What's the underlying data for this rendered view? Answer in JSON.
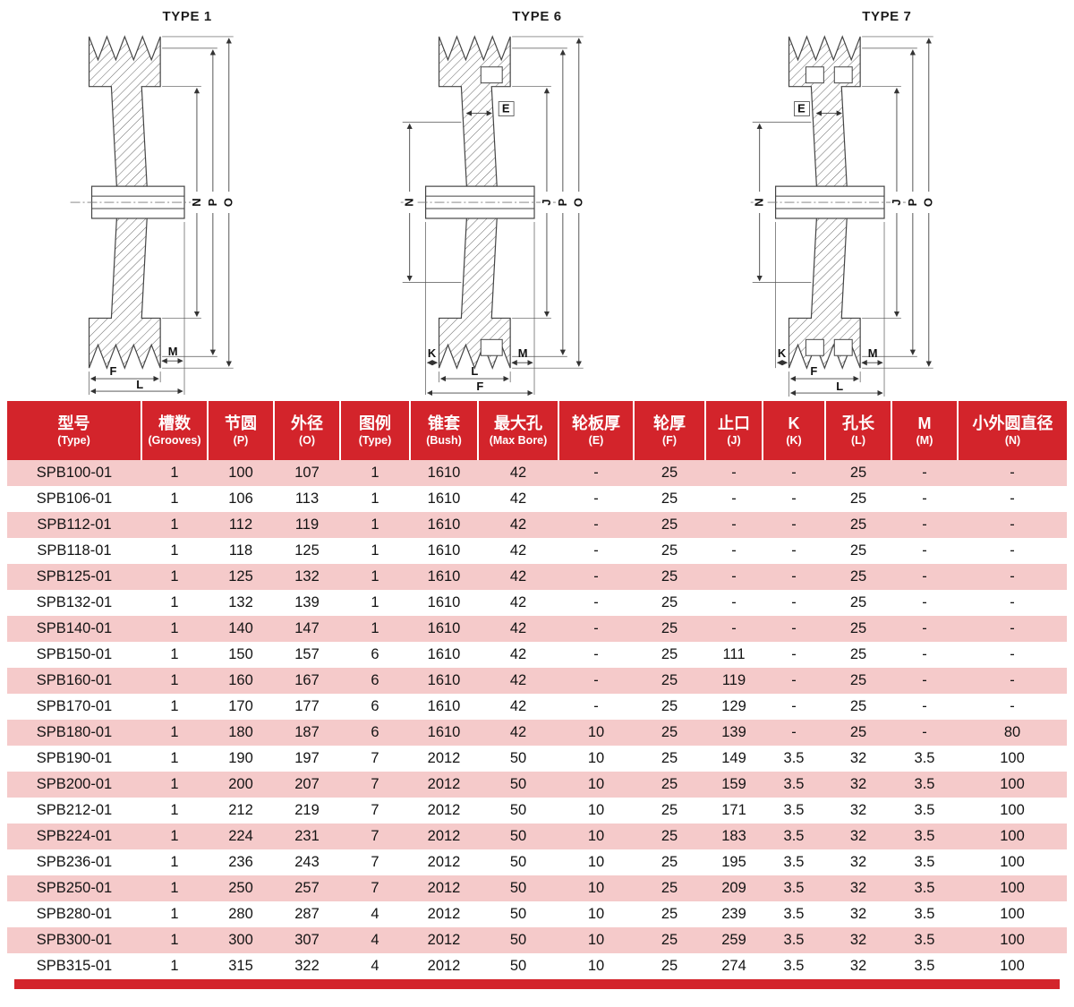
{
  "colors": {
    "header_red": "#d3242b",
    "row_pink": "#f5caca"
  },
  "dims": {
    "N": "N",
    "P": "P",
    "O": "O",
    "E": "E",
    "K": "K",
    "J": "J",
    "M": "M",
    "F": "F",
    "L": "L"
  },
  "diagrams": [
    {
      "title": "TYPE 1"
    },
    {
      "title": "TYPE 6"
    },
    {
      "title": "TYPE 7"
    }
  ],
  "table": {
    "columns": [
      {
        "zh": "型号",
        "en": "(Type)"
      },
      {
        "zh": "槽数",
        "en": "(Grooves)"
      },
      {
        "zh": "节圆",
        "en": "(P)"
      },
      {
        "zh": "外径",
        "en": "(O)"
      },
      {
        "zh": "图例",
        "en": "(Type)"
      },
      {
        "zh": "锥套",
        "en": "(Bush)"
      },
      {
        "zh": "最大孔",
        "en": "(Max Bore)"
      },
      {
        "zh": "轮板厚",
        "en": "(E)"
      },
      {
        "zh": "轮厚",
        "en": "(F)"
      },
      {
        "zh": "止口",
        "en": "(J)"
      },
      {
        "zh": "K",
        "en": "(K)"
      },
      {
        "zh": "孔长",
        "en": "(L)"
      },
      {
        "zh": "M",
        "en": "(M)"
      },
      {
        "zh": "小外圆直径",
        "en": "(N)"
      }
    ],
    "rows": [
      [
        "SPB100-01",
        "1",
        "100",
        "107",
        "1",
        "1610",
        "42",
        "-",
        "25",
        "-",
        "-",
        "25",
        "-",
        "-"
      ],
      [
        "SPB106-01",
        "1",
        "106",
        "113",
        "1",
        "1610",
        "42",
        "-",
        "25",
        "-",
        "-",
        "25",
        "-",
        "-"
      ],
      [
        "SPB112-01",
        "1",
        "112",
        "119",
        "1",
        "1610",
        "42",
        "-",
        "25",
        "-",
        "-",
        "25",
        "-",
        "-"
      ],
      [
        "SPB118-01",
        "1",
        "118",
        "125",
        "1",
        "1610",
        "42",
        "-",
        "25",
        "-",
        "-",
        "25",
        "-",
        "-"
      ],
      [
        "SPB125-01",
        "1",
        "125",
        "132",
        "1",
        "1610",
        "42",
        "-",
        "25",
        "-",
        "-",
        "25",
        "-",
        "-"
      ],
      [
        "SPB132-01",
        "1",
        "132",
        "139",
        "1",
        "1610",
        "42",
        "-",
        "25",
        "-",
        "-",
        "25",
        "-",
        "-"
      ],
      [
        "SPB140-01",
        "1",
        "140",
        "147",
        "1",
        "1610",
        "42",
        "-",
        "25",
        "-",
        "-",
        "25",
        "-",
        "-"
      ],
      [
        "SPB150-01",
        "1",
        "150",
        "157",
        "6",
        "1610",
        "42",
        "-",
        "25",
        "111",
        "-",
        "25",
        "-",
        "-"
      ],
      [
        "SPB160-01",
        "1",
        "160",
        "167",
        "6",
        "1610",
        "42",
        "-",
        "25",
        "119",
        "-",
        "25",
        "-",
        "-"
      ],
      [
        "SPB170-01",
        "1",
        "170",
        "177",
        "6",
        "1610",
        "42",
        "-",
        "25",
        "129",
        "-",
        "25",
        "-",
        "-"
      ],
      [
        "SPB180-01",
        "1",
        "180",
        "187",
        "6",
        "1610",
        "42",
        "10",
        "25",
        "139",
        "-",
        "25",
        "-",
        "80"
      ],
      [
        "SPB190-01",
        "1",
        "190",
        "197",
        "7",
        "2012",
        "50",
        "10",
        "25",
        "149",
        "3.5",
        "32",
        "3.5",
        "100"
      ],
      [
        "SPB200-01",
        "1",
        "200",
        "207",
        "7",
        "2012",
        "50",
        "10",
        "25",
        "159",
        "3.5",
        "32",
        "3.5",
        "100"
      ],
      [
        "SPB212-01",
        "1",
        "212",
        "219",
        "7",
        "2012",
        "50",
        "10",
        "25",
        "171",
        "3.5",
        "32",
        "3.5",
        "100"
      ],
      [
        "SPB224-01",
        "1",
        "224",
        "231",
        "7",
        "2012",
        "50",
        "10",
        "25",
        "183",
        "3.5",
        "32",
        "3.5",
        "100"
      ],
      [
        "SPB236-01",
        "1",
        "236",
        "243",
        "7",
        "2012",
        "50",
        "10",
        "25",
        "195",
        "3.5",
        "32",
        "3.5",
        "100"
      ],
      [
        "SPB250-01",
        "1",
        "250",
        "257",
        "7",
        "2012",
        "50",
        "10",
        "25",
        "209",
        "3.5",
        "32",
        "3.5",
        "100"
      ],
      [
        "SPB280-01",
        "1",
        "280",
        "287",
        "4",
        "2012",
        "50",
        "10",
        "25",
        "239",
        "3.5",
        "32",
        "3.5",
        "100"
      ],
      [
        "SPB300-01",
        "1",
        "300",
        "307",
        "4",
        "2012",
        "50",
        "10",
        "25",
        "259",
        "3.5",
        "32",
        "3.5",
        "100"
      ],
      [
        "SPB315-01",
        "1",
        "315",
        "322",
        "4",
        "2012",
        "50",
        "10",
        "25",
        "274",
        "3.5",
        "32",
        "3.5",
        "100"
      ]
    ]
  }
}
